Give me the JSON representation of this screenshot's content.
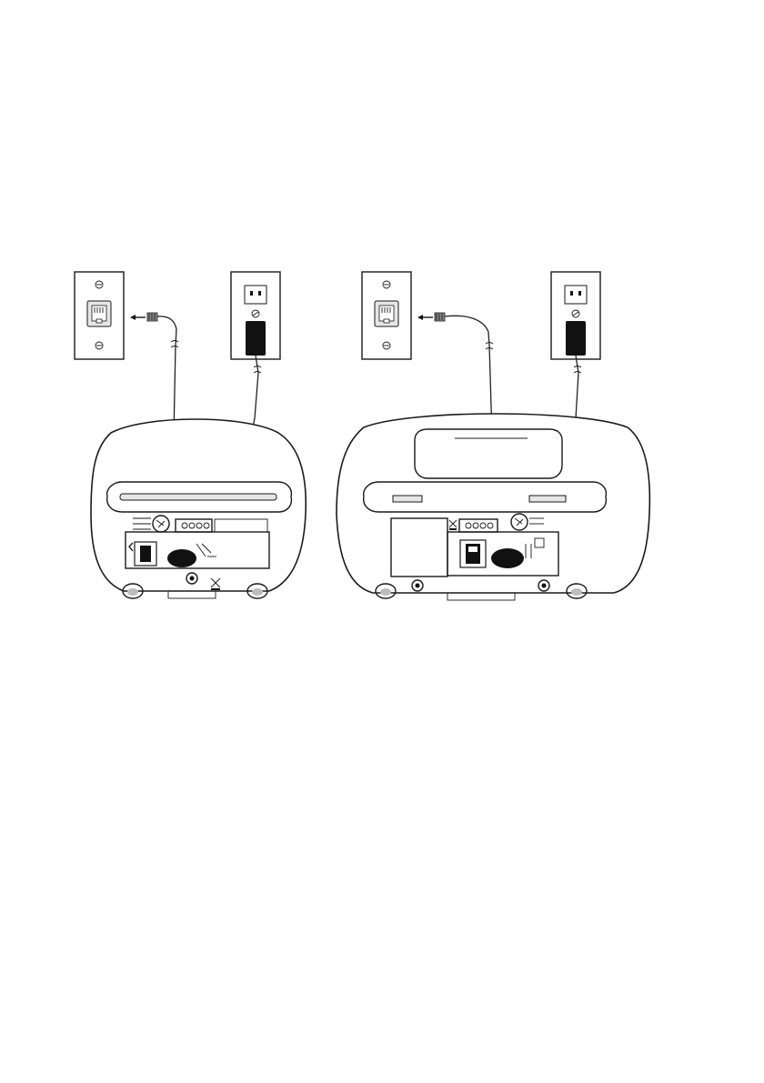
{
  "diagram": {
    "panels": [
      {
        "id": "left",
        "items": [
          "telephone-wall-jack",
          "power-outlet",
          "power-adapter",
          "telephone-line-cord",
          "power-cord",
          "telephone-base-rear"
        ]
      },
      {
        "id": "right",
        "items": [
          "telephone-wall-jack",
          "power-outlet",
          "power-adapter",
          "telephone-line-cord",
          "power-cord",
          "telephone-base-rear-with-handle"
        ]
      }
    ],
    "icons": [
      "telephone-jack-icon",
      "power-outlet-icon",
      "power-adapter-icon",
      "plug-arrow-icon",
      "cord-break-icon",
      "recycle-bin-icon"
    ],
    "colors": {
      "ink": "#1a1a1a",
      "paper": "#ffffff"
    }
  }
}
